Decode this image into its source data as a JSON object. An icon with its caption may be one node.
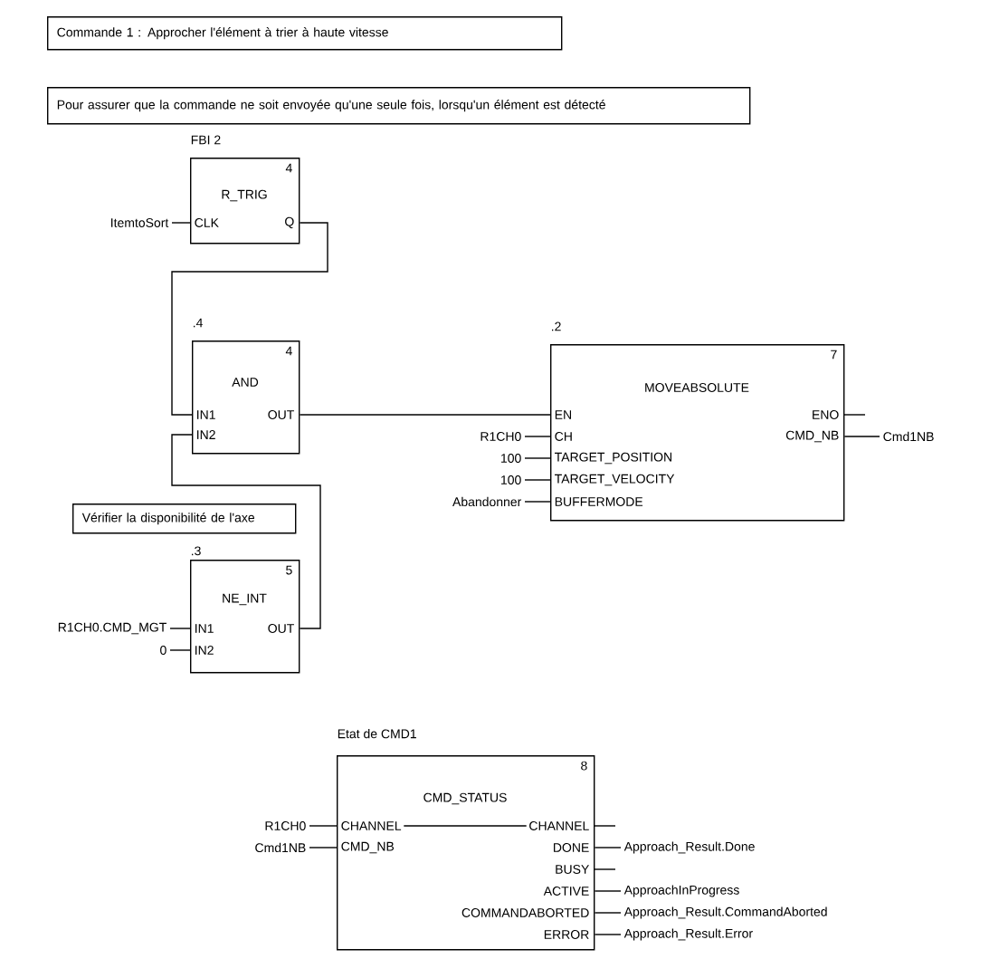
{
  "diagram": {
    "nodes": [
      {
        "text": [
          "Commande 1 : Approcher l'élément à trier à haute vitesse"
        ]
      },
      {
        "text": [
          "Pour assurer que la commande ne soit envoyée qu'une seule fois, lorsqu'un élément est détecté"
        ]
      },
      {
        "text": [
          "4",
          "R_TRIG",
          "CLK",
          "Q"
        ],
        "beside": [
          "FBI 2"
        ]
      },
      {
        "text": [
          "4",
          "AND",
          "IN1",
          "OUT",
          "IN2"
        ],
        "beside": [
          ".4"
        ]
      },
      {
        "text": [
          "7",
          "MOVEABSOLUTE",
          "EN",
          "ENO",
          "CH",
          "CMD_NB",
          "TARGET_POSITION",
          "TARGET_VELOCITY",
          "BUFFERMODE"
        ],
        "beside": [
          ".2"
        ]
      },
      {
        "text": [
          "Vérifier la disponibilité de l'axe"
        ]
      },
      {
        "text": [
          "5",
          "NE_INT",
          "IN1",
          "OUT",
          "IN2"
        ],
        "beside": [
          ".3"
        ]
      },
      {
        "text": [
          "8",
          "CMD_STATUS",
          "CHANNEL",
          "CHANNEL",
          "CMD_NB",
          "DONE",
          "BUSY",
          "ACTIVE",
          "COMMANDABORTED",
          "ERROR"
        ],
        "beside": [
          "Etat de CMD1"
        ]
      },
      {
        "text": [
          "ItemtoSort"
        ]
      },
      {
        "text": [
          "R1CH0"
        ]
      },
      {
        "text": [
          "100"
        ]
      },
      {
        "text": [
          "100"
        ]
      },
      {
        "text": [
          "Abandonner"
        ]
      },
      {
        "text": [
          "Cmd1NB"
        ]
      },
      {
        "text": [
          "R1CH0.CMD_MGT"
        ]
      },
      {
        "text": [
          "0"
        ]
      },
      {
        "text": [
          "R1CH0"
        ]
      },
      {
        "text": [
          "Cmd1NB"
        ]
      },
      {
        "text": [
          "Approach_Result.Done"
        ]
      },
      {
        "text": [
          "ApproachInProgress"
        ]
      },
      {
        "text": [
          "Approach_Result.CommandAborted"
        ]
      },
      {
        "text": [
          "Approach_Result.Error"
        ]
      }
    ],
    "edges": [
      {
        "from": 8,
        "to": 2,
        "arrow": "none"
      },
      {
        "from": 2,
        "to": 3,
        "arrow": "none"
      },
      {
        "from": 3,
        "to": 4,
        "arrow": "none"
      },
      {
        "from": 9,
        "to": 4,
        "arrow": "none"
      },
      {
        "from": 10,
        "to": 4,
        "arrow": "none"
      },
      {
        "from": 11,
        "to": 4,
        "arrow": "none"
      },
      {
        "from": 12,
        "to": 4,
        "arrow": "none"
      },
      {
        "from": 4,
        "to": 13,
        "arrow": "none"
      },
      {
        "from": 14,
        "to": 6,
        "arrow": "none"
      },
      {
        "from": 15,
        "to": 6,
        "arrow": "none"
      },
      {
        "from": 6,
        "to": 3,
        "arrow": "none"
      },
      {
        "from": 16,
        "to": 7,
        "arrow": "none"
      },
      {
        "from": 17,
        "to": 7,
        "arrow": "none"
      },
      {
        "from": 7,
        "to": 18,
        "arrow": "none"
      },
      {
        "from": 7,
        "to": 19,
        "arrow": "none"
      },
      {
        "from": 7,
        "to": 20,
        "arrow": "none"
      },
      {
        "from": 7,
        "to": 21,
        "arrow": "none"
      }
    ]
  }
}
